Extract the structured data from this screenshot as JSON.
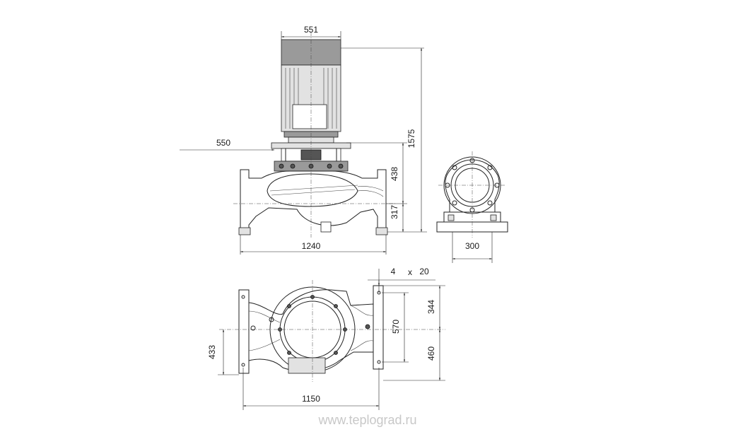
{
  "dimensions": {
    "motor_width": "551",
    "suction_offset": "550",
    "total_height": "1575",
    "port_height": "438",
    "axis_height": "317",
    "length": "1240",
    "flange_width": "300",
    "bolt_count": "4",
    "times": "x",
    "bolt_dia": "20",
    "bolt_spacing_x": "570",
    "foot_half": "344",
    "foot_other": "460",
    "plan_width": "433",
    "plan_length": "1150"
  },
  "watermark": "www.teplograd.ru"
}
